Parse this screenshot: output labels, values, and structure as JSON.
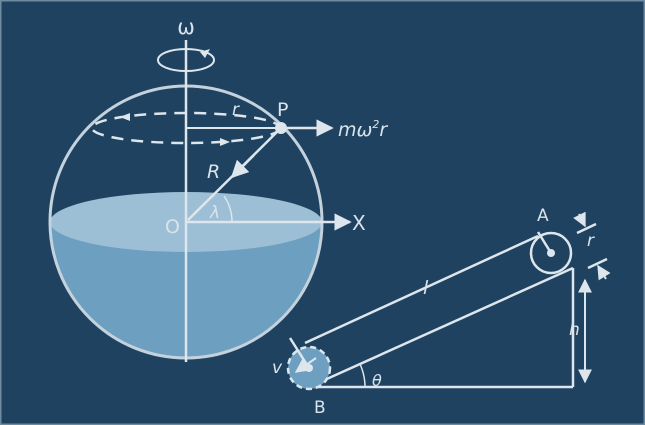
{
  "colors": {
    "background": "#1f4260",
    "edge": "#c3d2dd",
    "line": "#dde6ec",
    "water": "#6d9fc0",
    "water_surface": "#9cbfd6",
    "wheel": "#6d9fc0"
  },
  "sphere_figure": {
    "rotation_label": "ω",
    "point_label": "P",
    "radius_small_label": "r",
    "radius_label": "R",
    "center_label": "O",
    "angle_label": "λ",
    "axis_label": "X",
    "force_label_prefix": "mω",
    "force_label_exp": "2",
    "force_label_suffix": "r"
  },
  "incline_figure": {
    "top_label": "A",
    "bottom_label": "B",
    "length_label": "l",
    "height_label": "h",
    "wheel_radius_label": "r",
    "velocity_label": "v",
    "angle_label": "θ"
  }
}
